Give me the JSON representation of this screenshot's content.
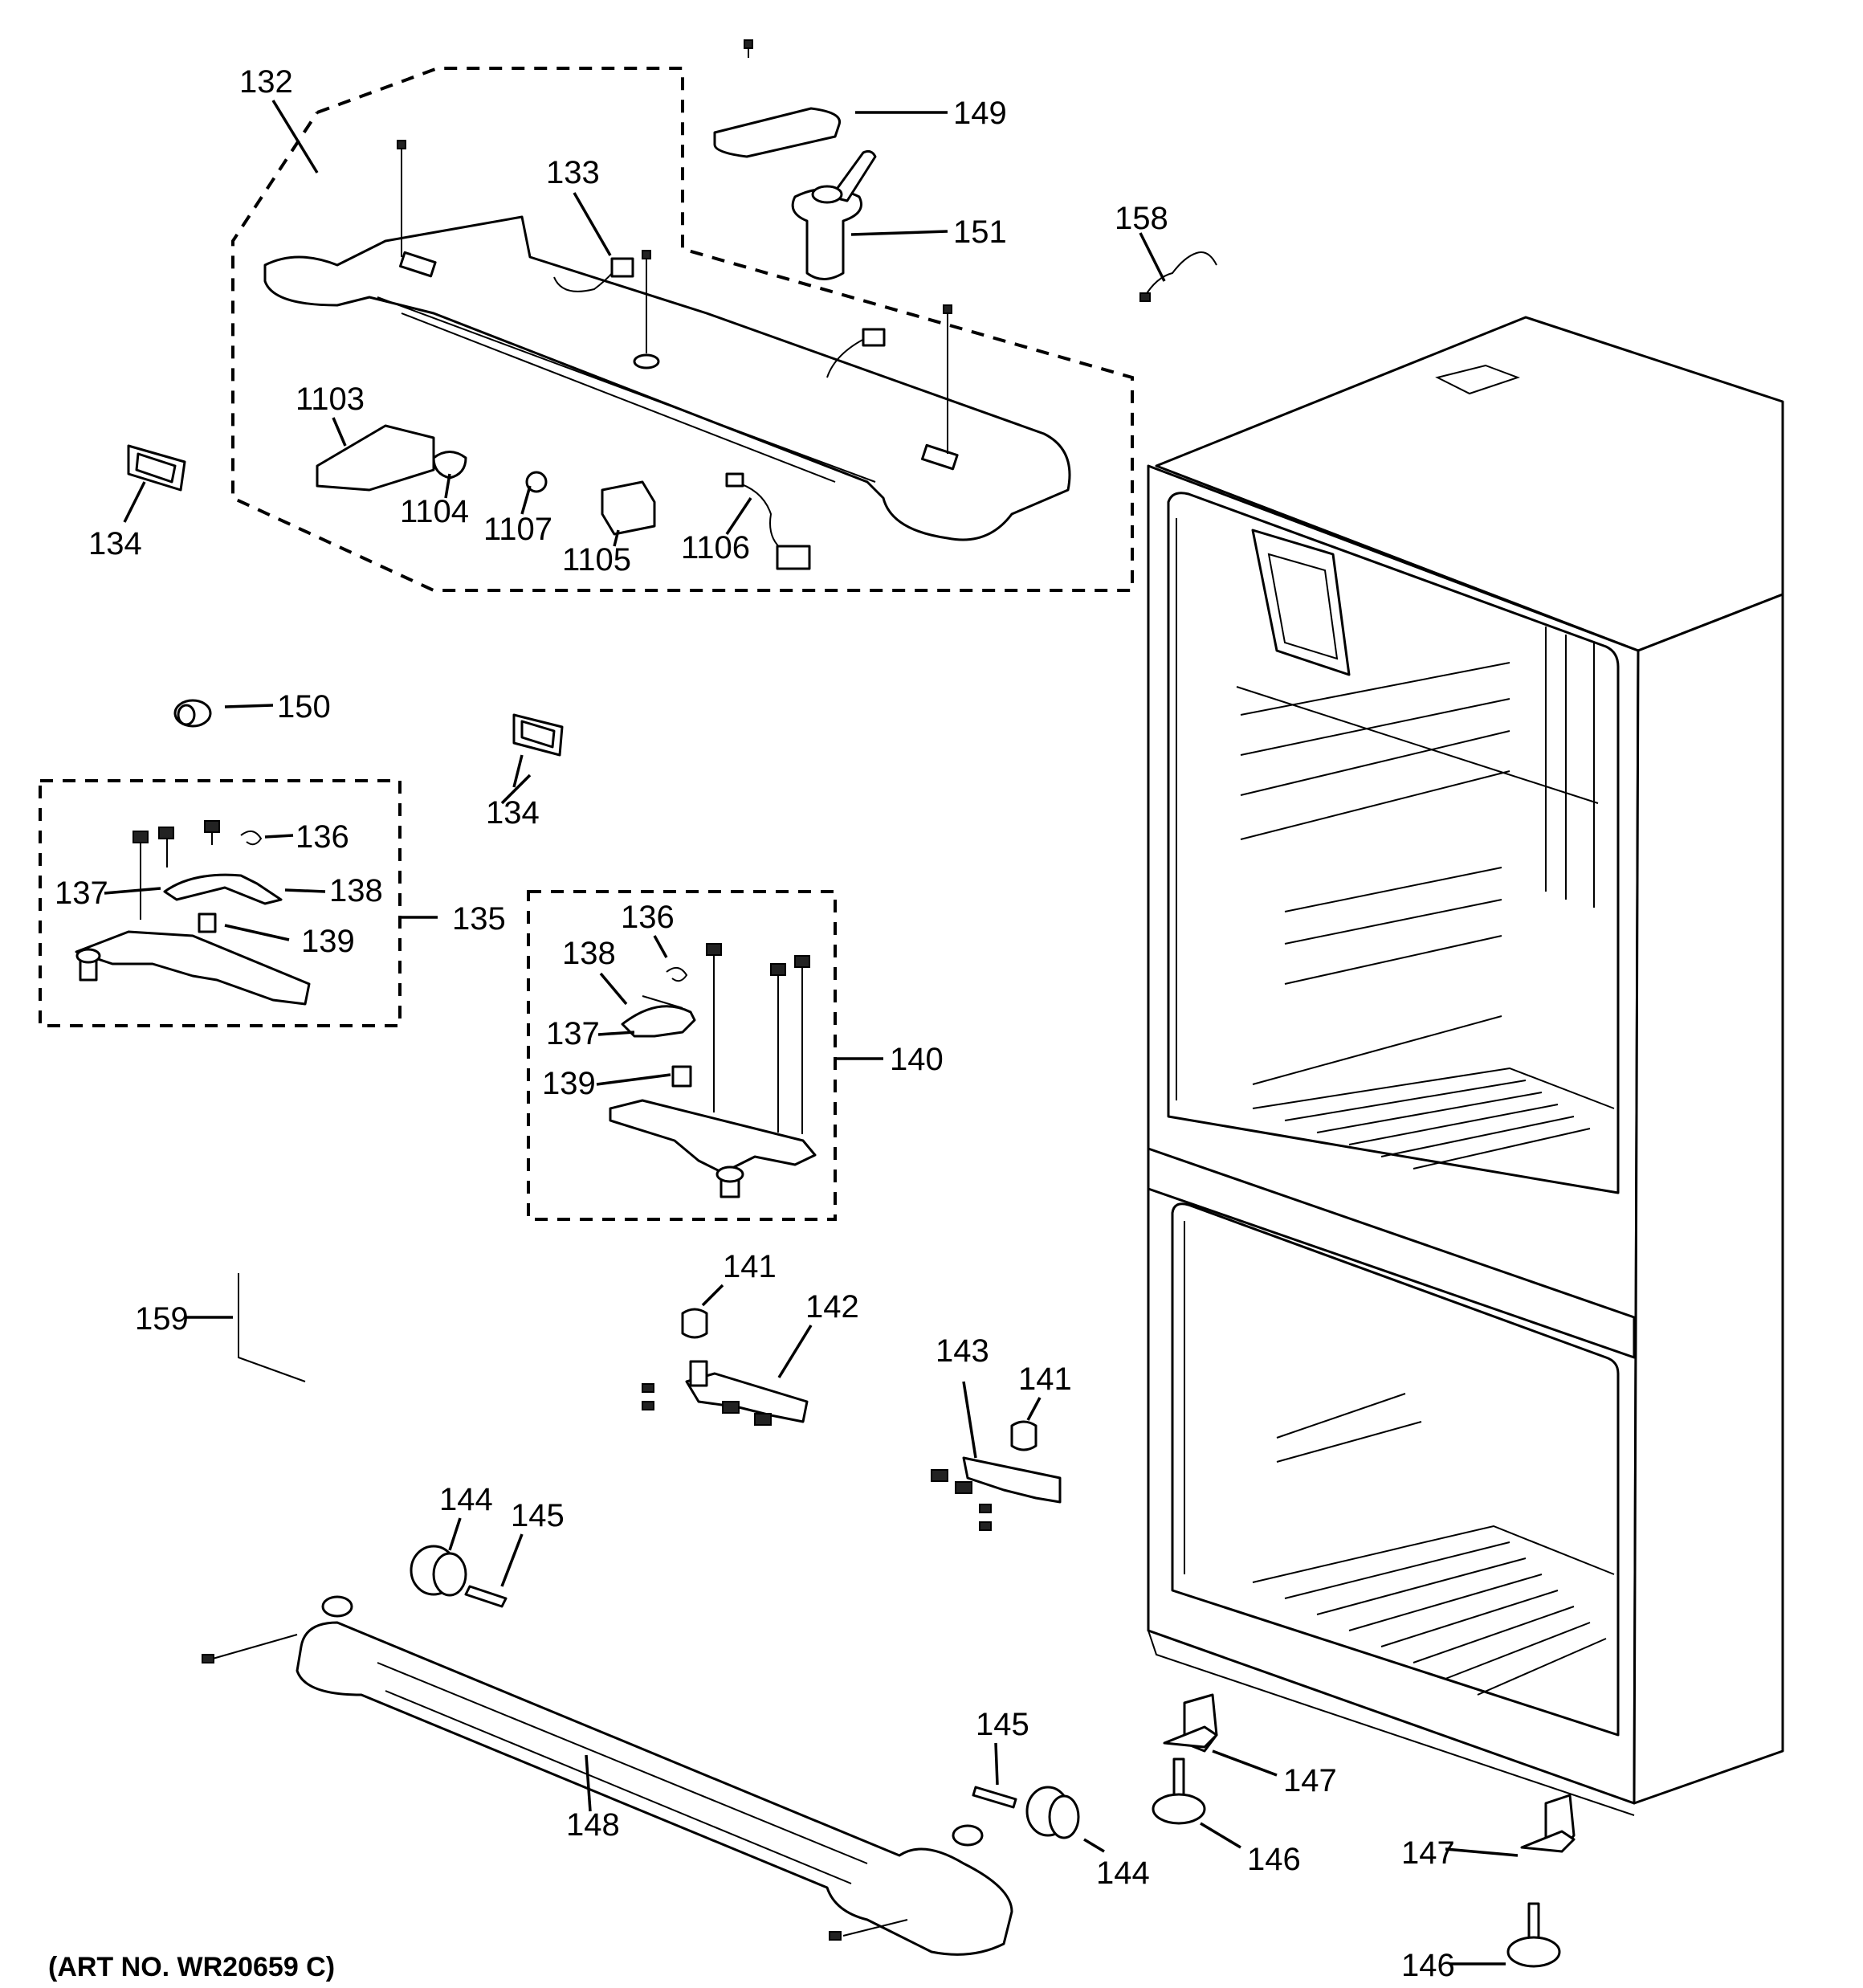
{
  "art_no": "(ART NO. WR20659 C)",
  "labels": {
    "l132": "132",
    "l133": "133",
    "l134a": "134",
    "l134b": "134",
    "l1103": "1103",
    "l1104": "1104",
    "l1107": "1107",
    "l1105": "1105",
    "l1106": "1106",
    "l149": "149",
    "l151": "151",
    "l158": "158",
    "l150": "150",
    "l136a": "136",
    "l137a": "137",
    "l138a": "138",
    "l139a": "139",
    "l135": "135",
    "l136b": "136",
    "l138b": "138",
    "l137b": "137",
    "l139b": "139",
    "l140": "140",
    "l141a": "141",
    "l142": "142",
    "l143": "143",
    "l141b": "141",
    "l159": "159",
    "l144a": "144",
    "l145a": "145",
    "l148": "148",
    "l145b": "145",
    "l144b": "144",
    "l147a": "147",
    "l146a": "146",
    "l147b": "147",
    "l146b": "146"
  }
}
